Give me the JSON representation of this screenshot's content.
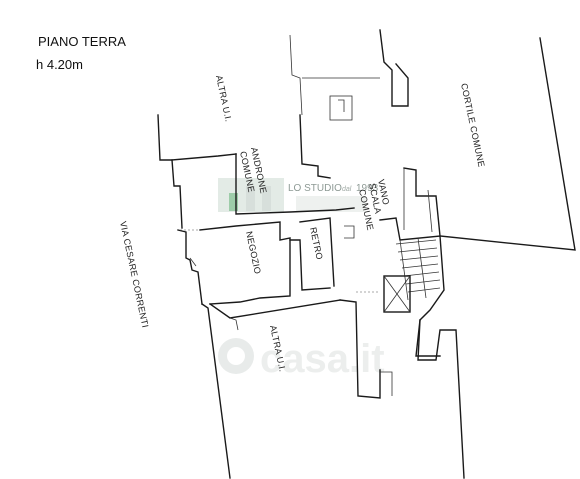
{
  "header": {
    "title": "PIANO TERRA",
    "height": "h 4.20m"
  },
  "rooms": {
    "altra_ui_top": "ALTRA U.I.",
    "cortile": "CORTILE COMUNE",
    "androne": "ANDRONE",
    "comune_androne": "COMUNE",
    "via": "VIA CESARE CORRENTI",
    "negozio": "NEGOZIO",
    "retro": "RETRO",
    "vano": "VANO",
    "scala": "SCALA",
    "comune_scala": "COMUNE",
    "altra_ui_bottom": "ALTRA U.I."
  },
  "watermarks": {
    "studio": "LO STUDIO",
    "studio_dal": "dal",
    "studio_year": "1993",
    "casa": "casa.it"
  }
}
